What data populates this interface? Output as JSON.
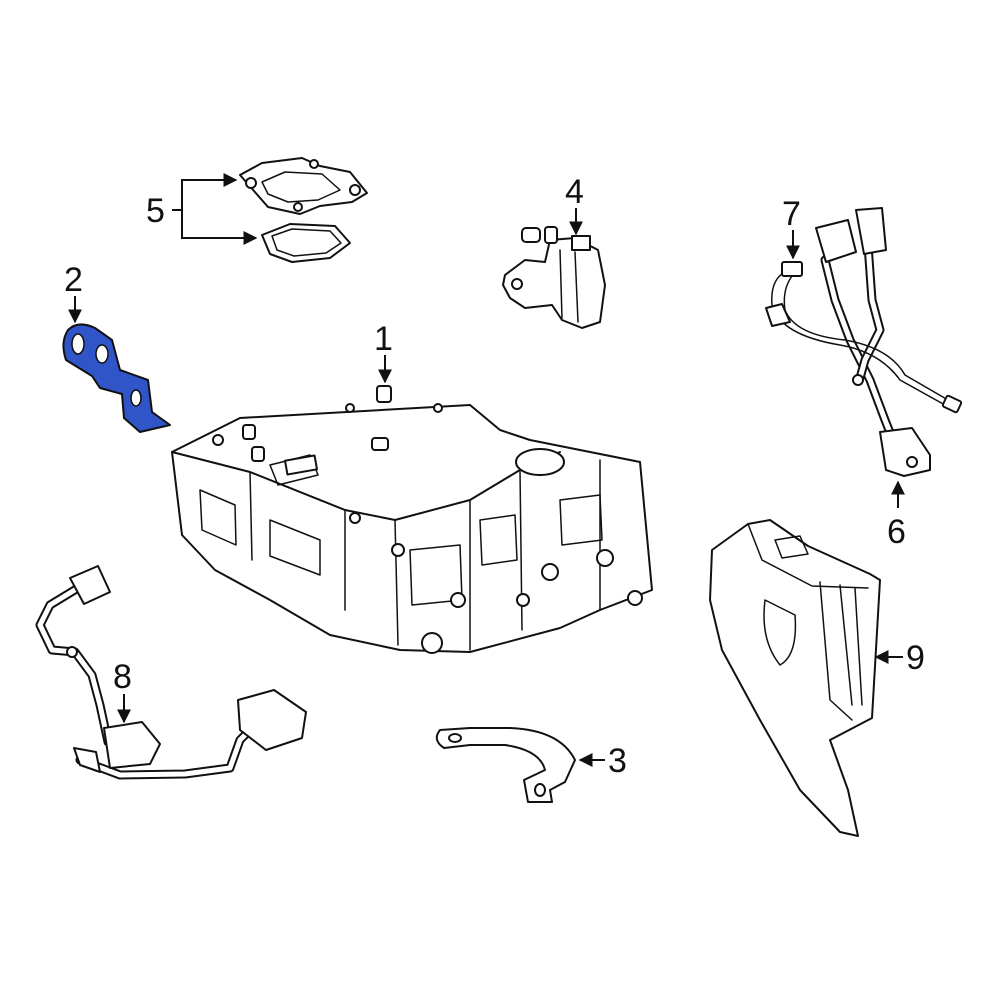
{
  "highlight_color": "#2f55c9",
  "callouts": {
    "c1": "1",
    "c2": "2",
    "c3": "3",
    "c4": "4",
    "c5": "5",
    "c6": "6",
    "c7": "7",
    "c8": "8",
    "c9": "9"
  },
  "highlighted_part": "2"
}
